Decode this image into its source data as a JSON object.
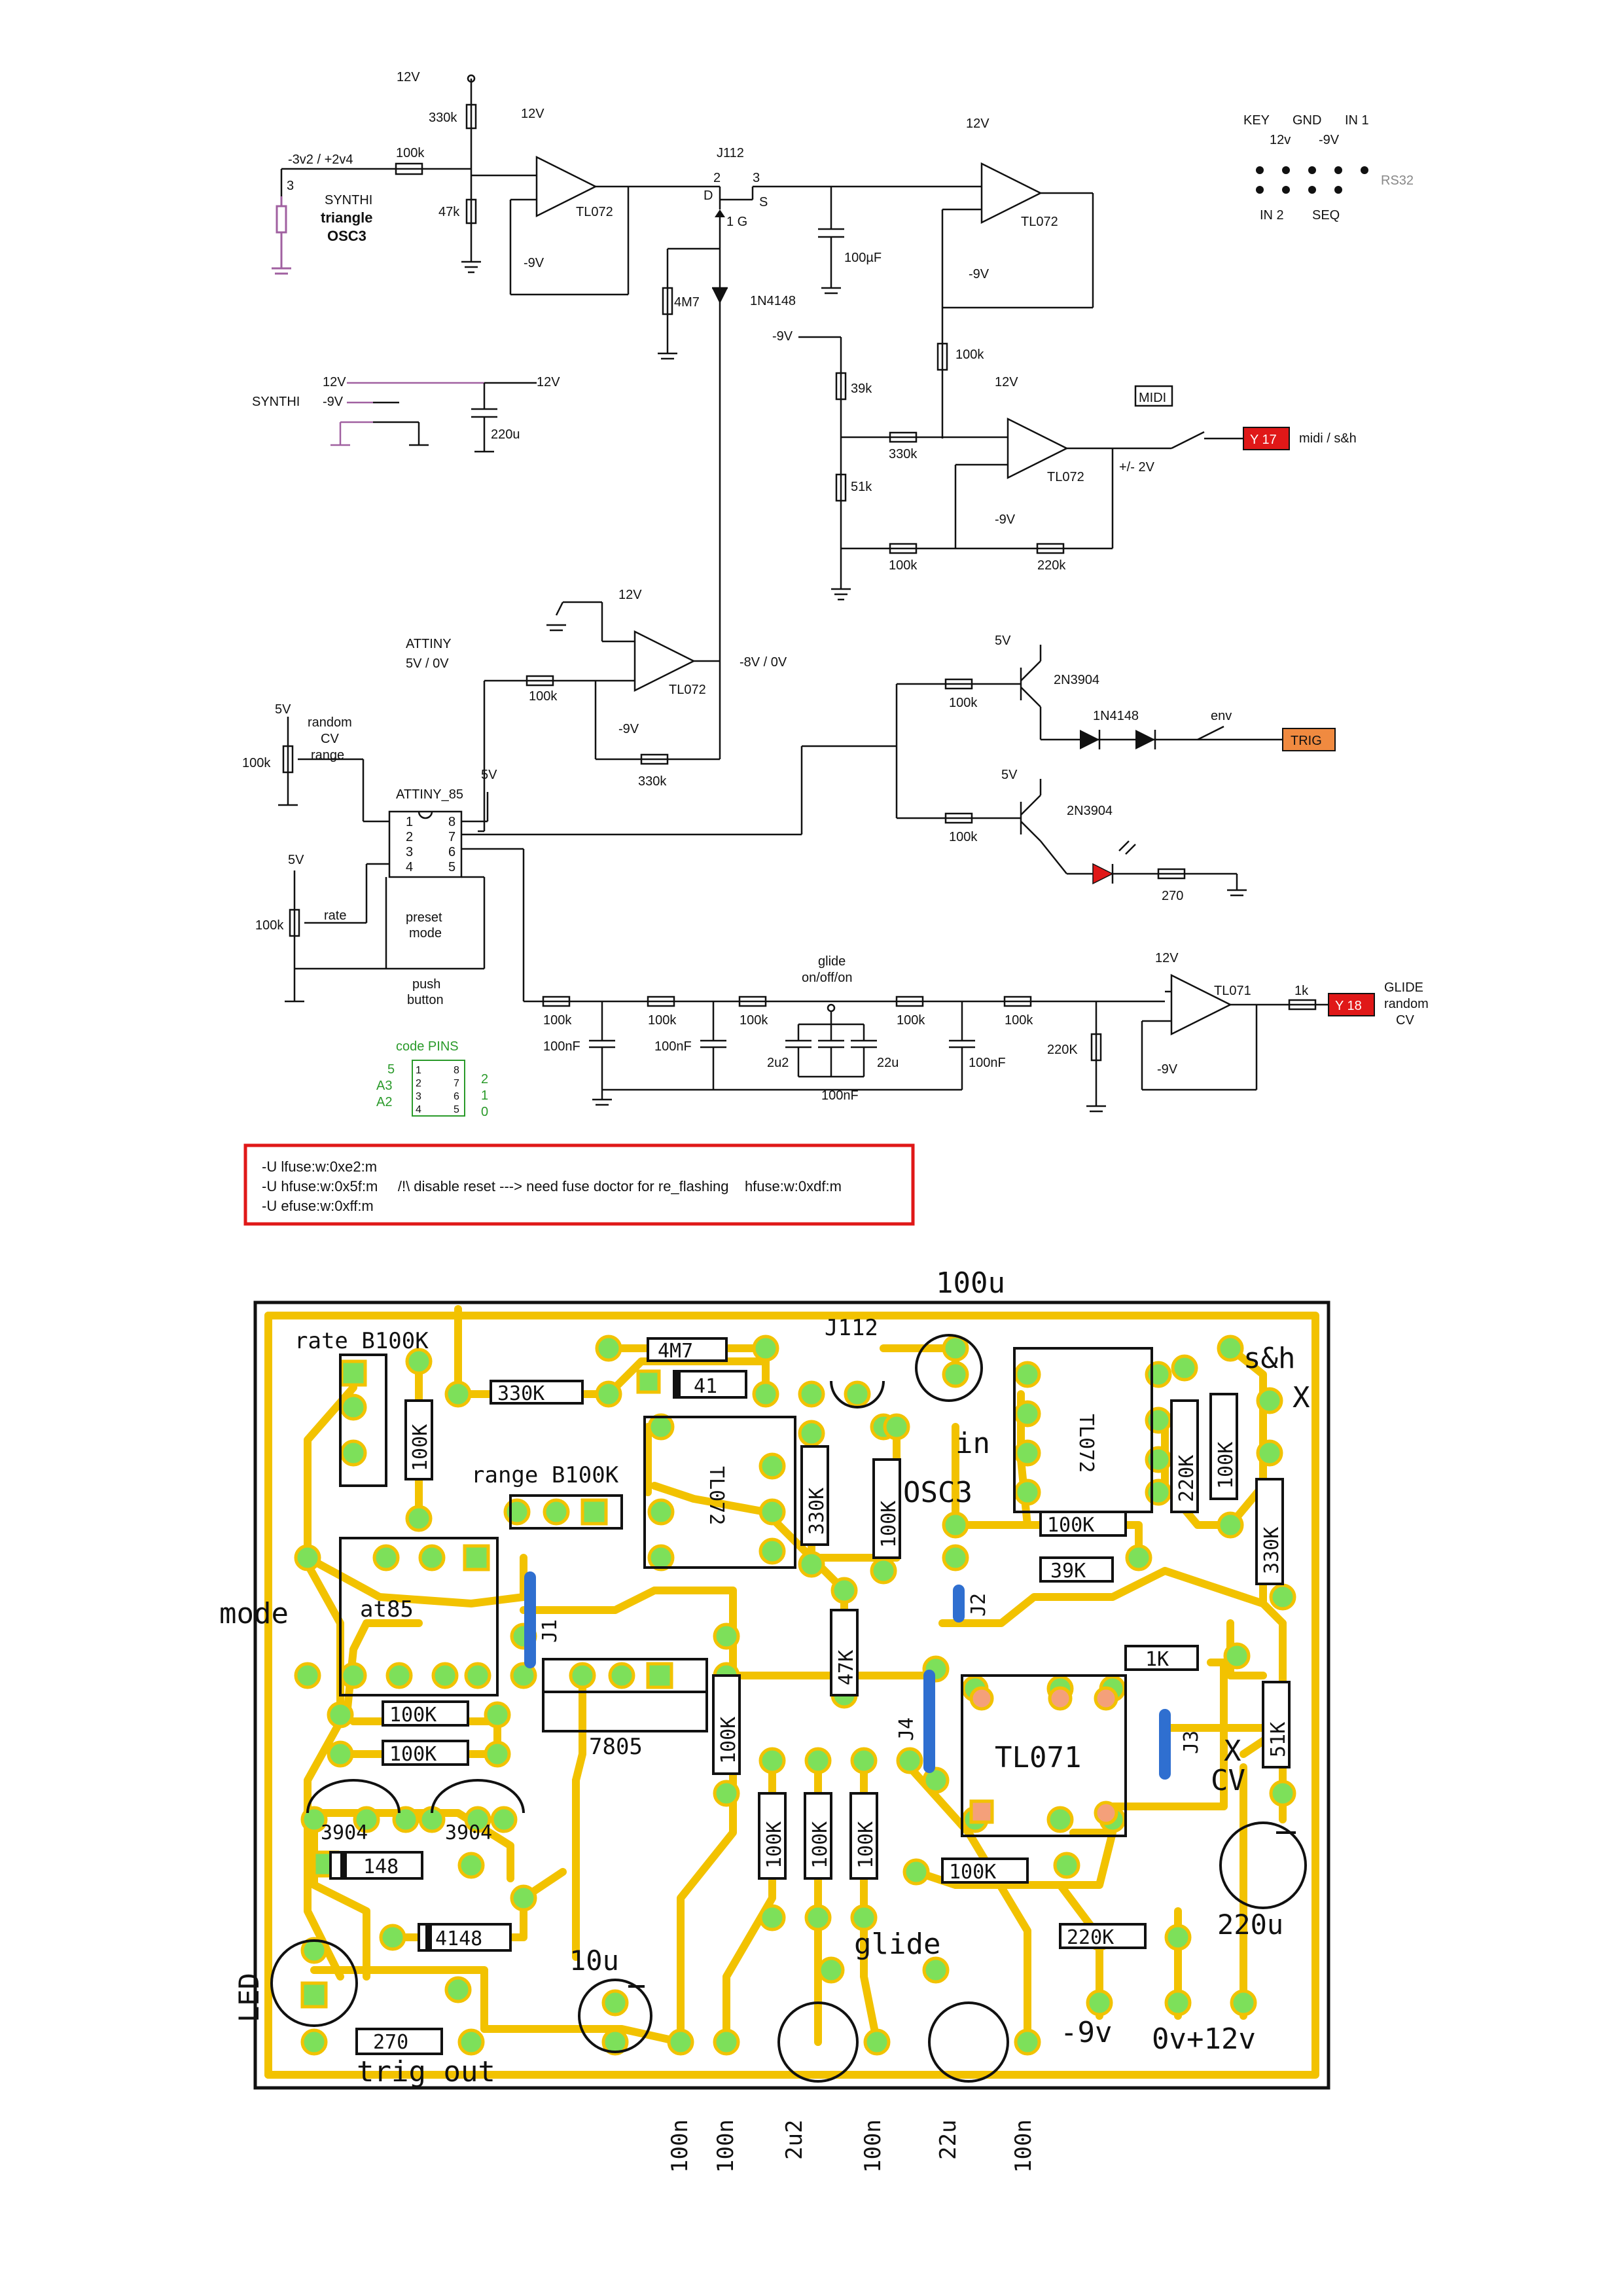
{
  "schematic": {
    "top_left": {
      "supply_12v": "12V",
      "r_330k": "330k",
      "r_47k": "47k",
      "input_label": "-3v2 / +2v4",
      "pin3": "3",
      "r_100k": "100k",
      "synthi_label_1": "SYNTHI",
      "synthi_label_2": "triangle",
      "synthi_label_3": "OSC3",
      "opamp1": "TL072",
      "opamp1_12v": "12V",
      "opamp1_m9v": "-9V"
    },
    "jfet": {
      "name": "J112",
      "pin2": "2",
      "pin3": "3",
      "d": "D",
      "s": "S",
      "g": "1 G",
      "r_4m7": "4M7",
      "diode": "1N4148"
    },
    "hold": {
      "cap": "100µF",
      "opamp": "TL072",
      "v12": "12V",
      "m9v": "-9V"
    },
    "power": {
      "label": "SYNTHI",
      "v12_a": "12V",
      "v12_b": "12V",
      "m9v": "-9V",
      "cap": "220u"
    },
    "output_stage": {
      "m9v": "-9V",
      "r_39k": "39k",
      "r_51k": "51k",
      "r_330k": "330k",
      "r_100k_a": "100k",
      "r_100k_b": "100k",
      "r_220k": "220k",
      "opamp": "TL072",
      "v12": "12V",
      "m9v_2": "-9V",
      "range": "+/- 2V",
      "midi": "MIDI",
      "y17": "Y 17",
      "y17_label": "midi / s&h"
    },
    "header": {
      "key": "KEY",
      "gnd": "GND",
      "in1": "IN 1",
      "v12": "12v",
      "m9v": "-9V",
      "in2": "IN 2",
      "seq": "SEQ",
      "rs32": "RS32"
    },
    "attiny_stage": {
      "v12": "12V",
      "attiny": "ATTINY",
      "range": "5V / 0V",
      "r_100k": "100k",
      "opamp": "TL072",
      "m9v": "-9V",
      "out": "-8V / 0V",
      "r_330k": "330k"
    },
    "trig": {
      "v5_a": "5V",
      "r_100k_a": "100k",
      "q1": "2N3904",
      "diode": "1N4148",
      "env": "env",
      "trig": "TRIG",
      "v5_b": "5V",
      "r_100k_b": "100k",
      "q2": "2N3904",
      "r_270": "270"
    },
    "mcu": {
      "v5_pot": "5V",
      "random_1": "random",
      "random_2": "CV",
      "random_3": "range",
      "pot_100k": "100k",
      "chip": "ATTINY_85",
      "v5": "5V",
      "pins_left": [
        "1",
        "2",
        "3",
        "4"
      ],
      "pins_right": [
        "8",
        "7",
        "6",
        "5"
      ],
      "v5_rate": "5V",
      "rate_100k": "100k",
      "rate": "rate",
      "preset_1": "preset",
      "preset_2": "mode",
      "push_1": "push",
      "push_2": "button"
    },
    "glide": {
      "glide_1": "glide",
      "glide_2": "on/off/on",
      "r1": "100k",
      "r2": "100k",
      "r3": "100k",
      "r4": "100k",
      "r5": "100k",
      "c1": "100nF",
      "c2": "100nF",
      "c3": "2u2",
      "c4": "100nF",
      "c5": "22u",
      "c6": "100nF",
      "r_220k": "220K",
      "opamp": "TL071",
      "v12": "12V",
      "m9v": "-9V",
      "r_1k": "1k",
      "y18": "Y 18",
      "out_1": "GLIDE",
      "out_2": "random",
      "out_3": "CV"
    },
    "code_pins": {
      "title": "code PINS",
      "left": [
        "5",
        "A3",
        "A2",
        ""
      ],
      "right": [
        "",
        "2",
        "1",
        "0"
      ],
      "nl": [
        "1",
        "2",
        "3",
        "4"
      ],
      "nr": [
        "8",
        "7",
        "6",
        "5"
      ]
    },
    "fuses": [
      "-U lfuse:w:0xe2:m",
      "-U hfuse:w:0x5f:m     /!\\ disable reset ---> need fuse doctor for re_flashing    hfuse:w:0xdf:m",
      "-U efuse:w:0xff:m"
    ]
  },
  "pcb": {
    "cap_100u": "100u",
    "rate_pot": "rate B100K",
    "r_4m7": "4M7",
    "jfet": "J112",
    "sh": "s&h",
    "x_top": "X",
    "d41": "41",
    "r_330k_a": "330K",
    "r_100k_a": "100K",
    "tl072_a": "TL072",
    "r_220k_a": "220K",
    "r_100k_b": "100K",
    "range_pot": "range B100K",
    "r_330k_b": "330K",
    "r_100k_c": "100K",
    "in": "in",
    "osc3": "OSC3",
    "tl072_b": "TL072",
    "r_100k_d": "100K",
    "r_330k_c": "330K",
    "mode": "mode",
    "at85": "at85",
    "j1": "J1",
    "r_39k": "39K",
    "j2": "J2",
    "r_47k": "47K",
    "r_1k": "1K",
    "x_cv": "X",
    "cv": "CV",
    "r_51k": "51K",
    "r_100k_e": "100K",
    "r_100k_f": "100K",
    "reg": "7805",
    "r_100k_g": "100K",
    "j4": "J4",
    "tl071": "TL071",
    "j3": "J3",
    "q1": "3904",
    "q2": "3904",
    "d148": "148",
    "r_100k_h": "100K",
    "r_100k_i": "100K",
    "r_100k_j": "100K",
    "r_100k_k": "100K",
    "r_220k_b": "220K",
    "cap_220u": "220u",
    "led": "LED",
    "d4148": "4148",
    "cap_10u": "10u",
    "glide": "glide",
    "m9v": "-9v",
    "supplies": "0v+12v",
    "r_270": "270",
    "trig_out": "trig out",
    "bottom_caps": [
      "100n",
      "100n",
      "2u2",
      "100n",
      "22u",
      "100n"
    ]
  },
  "colors": {
    "trace": "#f2c200",
    "pad": "#7de05a",
    "jumper": "#2f6fd0",
    "tag_red": "#e01818",
    "tag_orange": "#f08a40",
    "led_red": "#e01818",
    "pot_purple": "#a060a0",
    "fuse_box": "#e01818"
  }
}
